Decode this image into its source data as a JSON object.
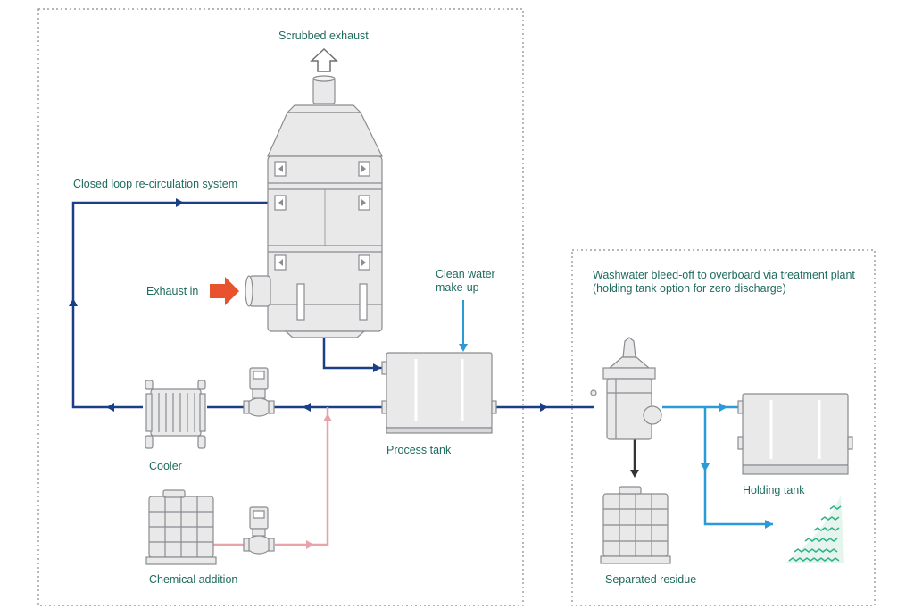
{
  "labels": {
    "scrubbed_exhaust": "Scrubbed exhaust",
    "closed_loop": "Closed loop re-circulation system",
    "exhaust_in": "Exhaust in",
    "clean_water": "Clean water make-up",
    "process_tank": "Process tank",
    "cooler": "Cooler",
    "chemical_addition": "Chemical addition",
    "washwater": "Washwater bleed-off to overboard via treatment plant (holding tank option for zero discharge)",
    "holding_tank": "Holding tank",
    "separated_residue": "Separated residue"
  },
  "colors": {
    "text": "#1f6b5e",
    "recirculation": "#1b3f86",
    "clean_water": "#2a9bd6",
    "chemical": "#e8a3a8",
    "exhaust_arrow": "#e8532d",
    "equipment": "#e9e9ea",
    "equipment_stroke": "#8a8c90",
    "overboard_sea": "#2fb08a"
  }
}
